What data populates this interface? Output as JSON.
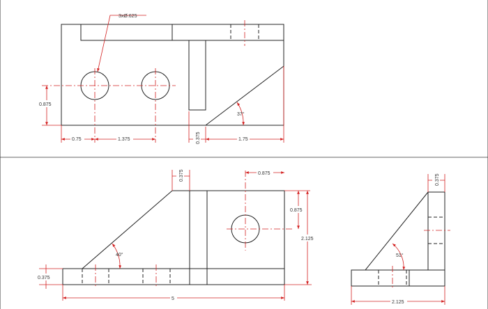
{
  "accent_color": "#d32020",
  "line_color": "#222222",
  "top_view": {
    "hole_callout": "3xØ.625",
    "dim_height": "0.875",
    "dim_hole_offset": "0.75",
    "dim_hole_spacing": "1.375",
    "dim_rib": "0.375",
    "dim_slope_run": "1.75",
    "angle": "37°"
  },
  "front_view": {
    "dim_rib_top": "0.375",
    "dim_hole_x": "0.875",
    "dim_hole_y": "0.875",
    "dim_height": "2.125",
    "dim_base": "0.375",
    "dim_length": "5",
    "angle": "40°"
  },
  "side_view": {
    "dim_wall": "0.375",
    "dim_width": "2.125",
    "angle": "51°"
  }
}
